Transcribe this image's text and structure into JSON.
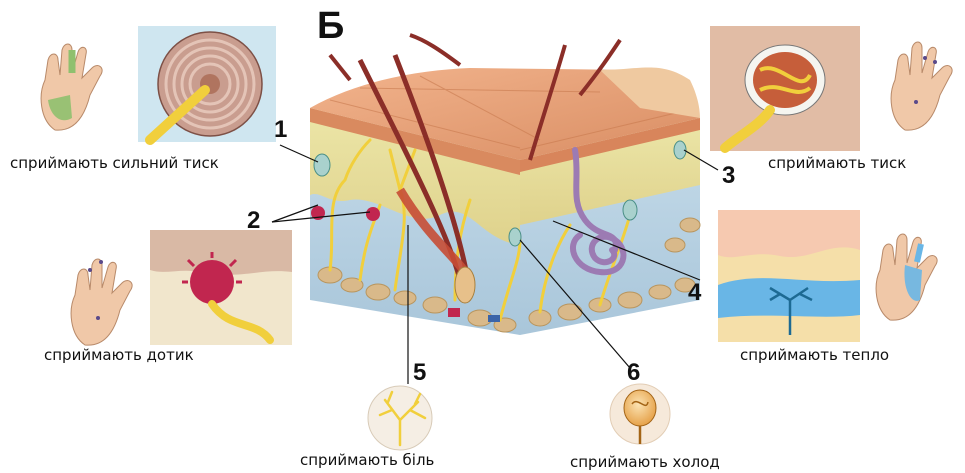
{
  "figure": {
    "section_letter": "Б",
    "labels": [
      {
        "number": "1",
        "caption": "сприймають сильний тиск",
        "icon": "lamellated-corpuscle-icon"
      },
      {
        "number": "2",
        "caption": "сприймають дотик",
        "icon": "tactile-disc-icon"
      },
      {
        "number": "3",
        "caption": "сприймають тиск",
        "icon": "encapsulated-receptor-icon"
      },
      {
        "number": "4",
        "caption": "сприймають тепло",
        "icon": "thermoreceptor-icon"
      },
      {
        "number": "5",
        "caption": "сприймають біль",
        "icon": "free-nerve-ending-icon"
      },
      {
        "number": "6",
        "caption": "сприймають холод",
        "icon": "cold-bulb-icon"
      }
    ]
  },
  "colors": {
    "epidermis": "#e9a77f",
    "dermis": "#e7e0a0",
    "hypodermis": "#b9d3e3",
    "nerve": "#f1cf3c",
    "hair": "#8b2e28",
    "gland": "#9c7bb3",
    "accent_green": "#8fc06e",
    "accent_blue": "#69b6e6"
  }
}
